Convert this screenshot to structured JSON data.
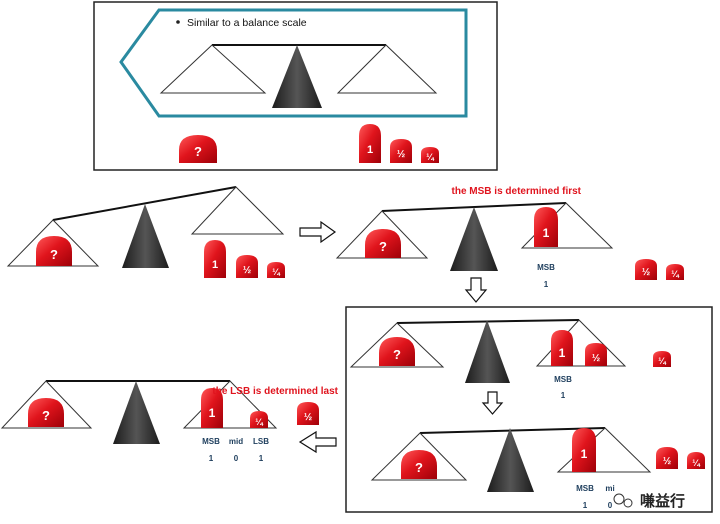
{
  "header": {
    "bullet": "Similar to a balance scale"
  },
  "weights": {
    "unknown": "?",
    "one": "1",
    "half": "½",
    "quarter": "¼"
  },
  "captions": {
    "msb_first": "the MSB is determined first",
    "lsb_last": "the LSB is determined last"
  },
  "bits": {
    "msb": "MSB",
    "mid": "mid",
    "lsb": "LSB",
    "mid_short": "mi",
    "v1": "1",
    "v0": "0"
  },
  "watermark": {
    "text": "嗛益行"
  },
  "colors": {
    "weight_red": "#d8131b",
    "frame_teal": "#2a8aa0",
    "caption_red": "#e0141e",
    "bit_label": "#1d3d5c"
  }
}
